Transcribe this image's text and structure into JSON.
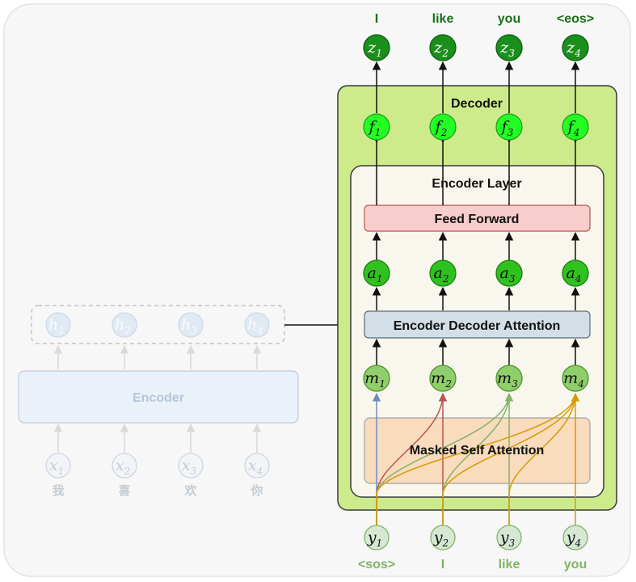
{
  "encoder": {
    "label": "Encoder",
    "inputs": [
      {
        "var": "x",
        "sub": "1",
        "word": "我"
      },
      {
        "var": "x",
        "sub": "2",
        "word": "喜"
      },
      {
        "var": "x",
        "sub": "3",
        "word": "欢"
      },
      {
        "var": "x",
        "sub": "4",
        "word": "你"
      }
    ],
    "hidden": [
      {
        "var": "h",
        "sub": "1"
      },
      {
        "var": "h",
        "sub": "2"
      },
      {
        "var": "h",
        "sub": "3"
      },
      {
        "var": "h",
        "sub": "4"
      }
    ]
  },
  "decoder": {
    "label": "Decoder",
    "layer_label": "Encoder Layer",
    "feed_forward_label": "Feed Forward",
    "cross_attention_label": "Encoder Decoder Attention",
    "self_attention_label": "Masked Self Attention",
    "inputs": [
      {
        "var": "y",
        "sub": "1",
        "word": "<sos>"
      },
      {
        "var": "y",
        "sub": "2",
        "word": "I"
      },
      {
        "var": "y",
        "sub": "3",
        "word": "like"
      },
      {
        "var": "y",
        "sub": "4",
        "word": "you"
      }
    ],
    "m_nodes": [
      {
        "var": "m",
        "sub": "1"
      },
      {
        "var": "m",
        "sub": "2"
      },
      {
        "var": "m",
        "sub": "3"
      },
      {
        "var": "m",
        "sub": "4"
      }
    ],
    "a_nodes": [
      {
        "var": "a",
        "sub": "1"
      },
      {
        "var": "a",
        "sub": "2"
      },
      {
        "var": "a",
        "sub": "3"
      },
      {
        "var": "a",
        "sub": "4"
      }
    ],
    "f_nodes": [
      {
        "var": "f",
        "sub": "1"
      },
      {
        "var": "f",
        "sub": "2"
      },
      {
        "var": "f",
        "sub": "3"
      },
      {
        "var": "f",
        "sub": "4"
      }
    ],
    "outputs": [
      {
        "var": "z",
        "sub": "1",
        "word": "I"
      },
      {
        "var": "z",
        "sub": "2",
        "word": "like"
      },
      {
        "var": "z",
        "sub": "3",
        "word": "you"
      },
      {
        "var": "z",
        "sub": "4",
        "word": "<eos>"
      }
    ]
  },
  "colors": {
    "mask_y1": "#6c8ebf",
    "mask_y2": "#b85450",
    "mask_y3": "#82b366",
    "mask_y4": "#d79b00"
  }
}
